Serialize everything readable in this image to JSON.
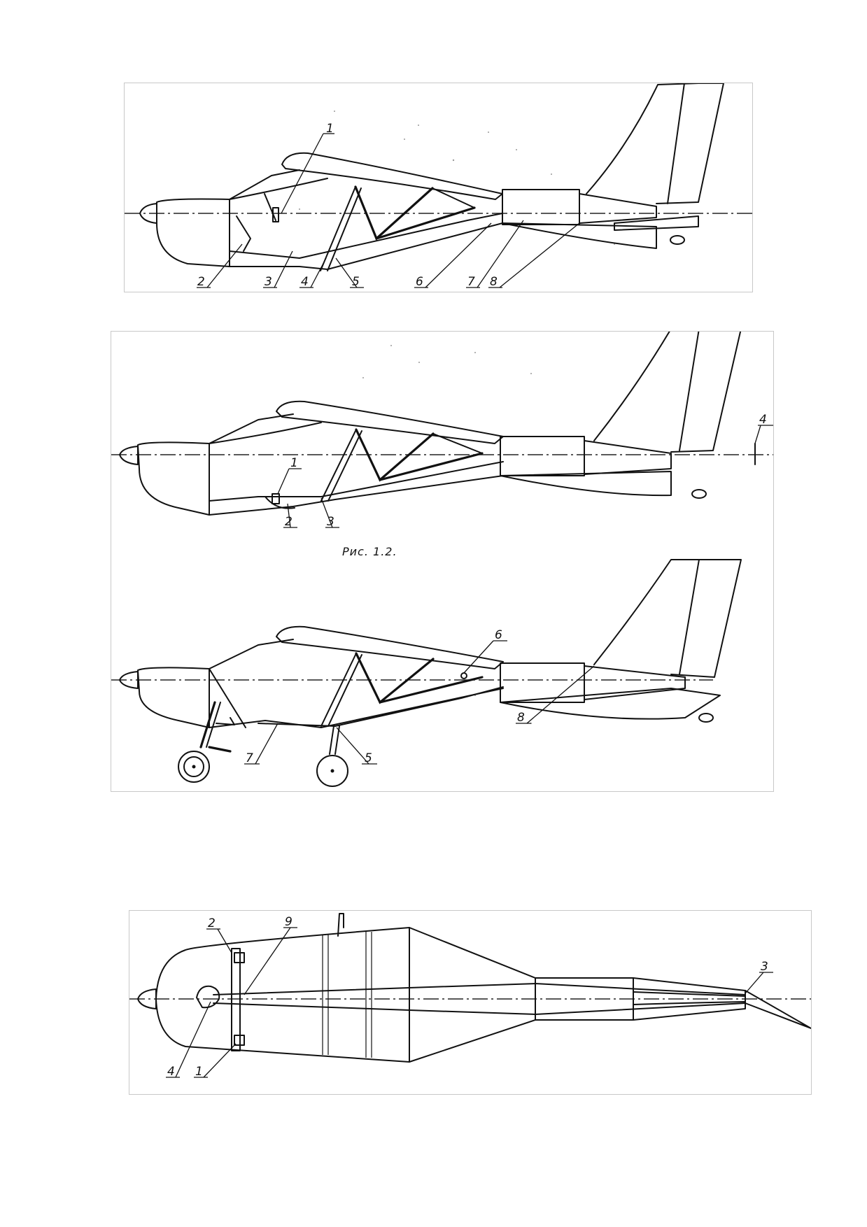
{
  "caption": "Рис. 1.2.",
  "figure_1": {
    "callouts": [
      "1",
      "2",
      "3",
      "4",
      "5",
      "6",
      "7",
      "8"
    ]
  },
  "figure_2": {
    "callouts": [
      "1",
      "2",
      "3",
      "4"
    ]
  },
  "figure_3": {
    "callouts": [
      "5",
      "6",
      "7",
      "8"
    ]
  },
  "figure_4": {
    "callouts": [
      "1",
      "2",
      "3",
      "4",
      "9"
    ]
  }
}
